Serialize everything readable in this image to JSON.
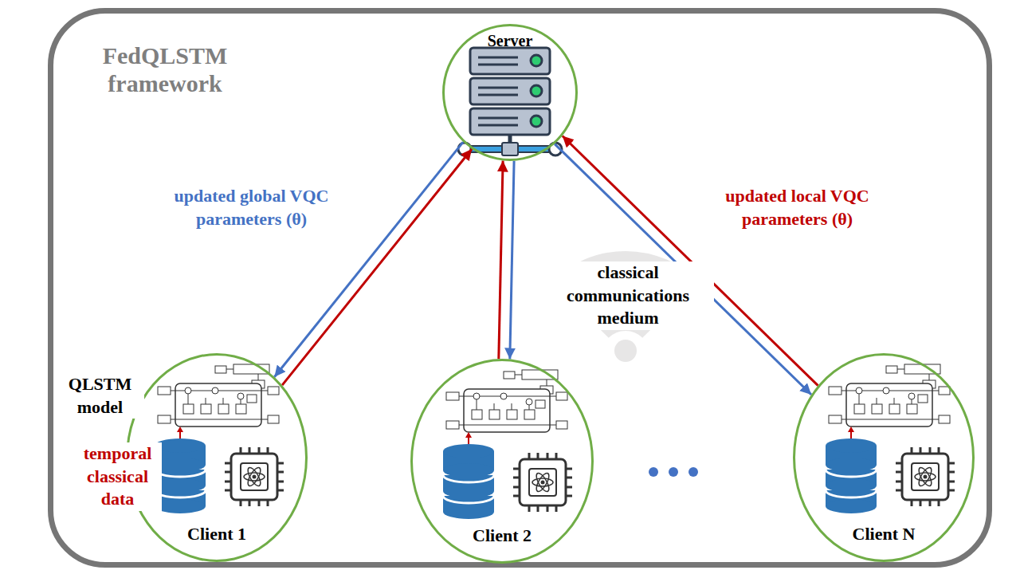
{
  "diagram": {
    "nodes": [
      {
        "text": [
          "FedQLSTM framework"
        ]
      },
      {
        "text": [
          "Server"
        ],
        "in": 0
      },
      {
        "text": [
          "Client 1"
        ],
        "in": 0
      },
      {
        "text": [
          "Client 2"
        ],
        "in": 0
      },
      {
        "text": [
          "Client N"
        ],
        "in": 0
      }
    ],
    "edges": [
      {
        "from": 1,
        "to": 2,
        "arrow": "to",
        "label": "updated global VQC parameters (θ)"
      },
      {
        "from": 2,
        "to": 1,
        "arrow": "to"
      },
      {
        "from": 3,
        "to": 1,
        "arrow": "to"
      },
      {
        "from": 1,
        "to": 3,
        "arrow": "to"
      },
      {
        "from": 1,
        "to": 4,
        "arrow": "to"
      },
      {
        "from": 4,
        "to": 1,
        "arrow": "to",
        "label": "updated local VQC parameters (θ)"
      }
    ],
    "labels": [
      "classical communications medium",
      "QLSTM model",
      "temporal classical data"
    ]
  }
}
